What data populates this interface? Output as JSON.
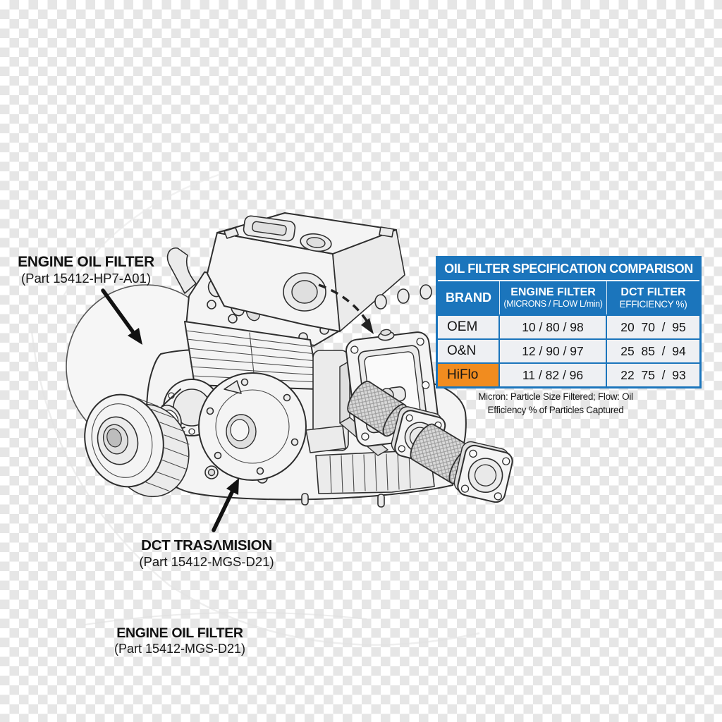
{
  "labels": {
    "engine_oil_filter_top": {
      "title": "ENGINE OIL FILTER",
      "part": "(Part 15412-HP7-A01)"
    },
    "dct_transmission": {
      "title": "DCT TRASΛMISION",
      "part": "(Part 15412-MGS-D21)"
    },
    "engine_oil_filter_bottom": {
      "title": "ENGINE OIL FILTER",
      "part": "(Part 15412-MGS-D21)"
    }
  },
  "table": {
    "title": "OIL FILTER SPECIFICATION COMPARISON",
    "columns": {
      "brand": "BRAND",
      "engine_filter": "ENGINE FILTER",
      "engine_filter_sub": "(MICRONS / FLOW L/min)",
      "dct_filter": "DCT FILTER",
      "dct_filter_sub": "EFFICIENCY %)"
    },
    "rows": [
      {
        "brand": "OEM",
        "engine_filter": "10 / 80 / 98",
        "dct_filter": "20  70  /  95"
      },
      {
        "brand": "O&N",
        "engine_filter": "12 / 90 / 97",
        "dct_filter": "25  85  /  94"
      },
      {
        "brand": "HiFlo",
        "engine_filter": "11 / 82 / 96",
        "dct_filter": "22  75  /  93"
      }
    ],
    "highlighted_row": "HiFlo",
    "colors": {
      "header_blue": "#1b75bc",
      "highlight_orange": "#f18c1f",
      "row_background": "#eef0f3",
      "header_text": "#ffffff",
      "body_text": "#141414"
    }
  },
  "footnote": {
    "line1": "Micron: Particle Size Filtered; Flow: Oil",
    "line2": "Efficiency % of Particles Captured"
  }
}
